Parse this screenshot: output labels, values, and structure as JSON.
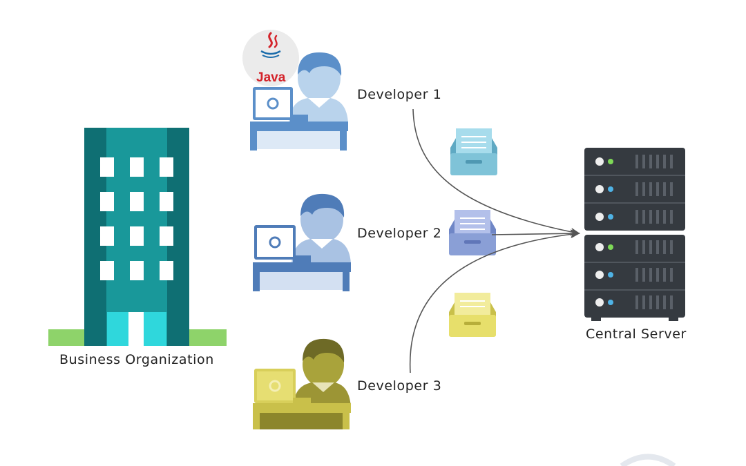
{
  "nodes": {
    "organization": {
      "label": "Business Organization"
    },
    "developers": [
      {
        "label": "Developer 1",
        "tech_badge": "Java",
        "color": "#5b8fc9"
      },
      {
        "label": "Developer 2",
        "color": "#4f7cb8"
      },
      {
        "label": "Developer 3",
        "color": "#c9c04a"
      }
    ],
    "server": {
      "label": "Central Server"
    }
  },
  "colors": {
    "building": "#19989a",
    "building_dark": "#0f6f73",
    "grass": "#8ed36a",
    "server": "#353a40",
    "folder_1": "#7fc3d8",
    "folder_2": "#8a9fd6",
    "folder_3": "#e7df6b"
  }
}
